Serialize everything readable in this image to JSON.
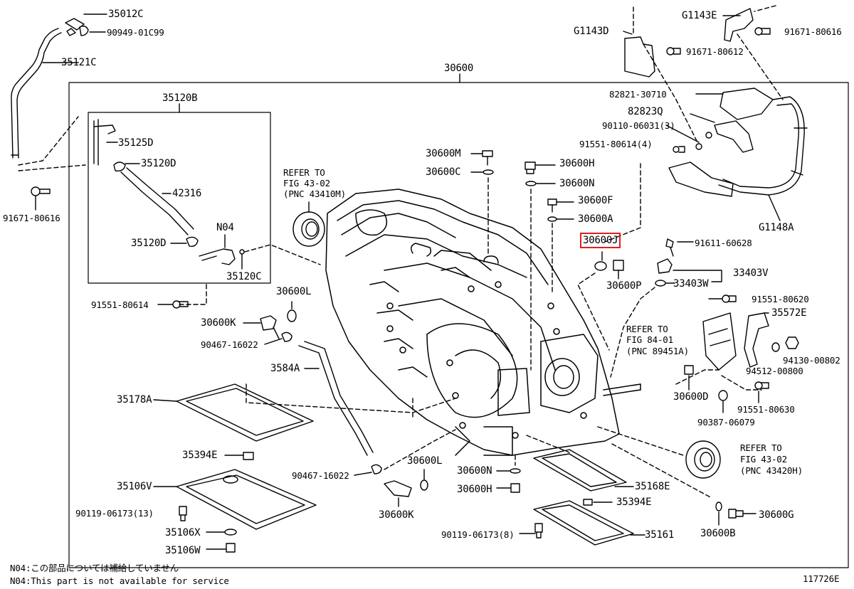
{
  "diagram": {
    "highlight_color": "#e02020",
    "labels": {
      "p35012C": "35012C",
      "p90949_01C99": "90949-01C99",
      "p35121C": "35121C",
      "p30600": "30600",
      "p35120B": "35120B",
      "p35125D": "35125D",
      "p35120D_top": "35120D",
      "p42316": "42316",
      "pN04": "N04",
      "p35120D_bottom": "35120D",
      "p35120C": "35120C",
      "p91671_80616_left": "91671-80616",
      "p91551_80614_left": "91551-80614",
      "refer_fig43_02_top_l1": "REFER TO",
      "refer_fig43_02_top_l2": "FIG 43-02",
      "refer_fig43_02_top_l3": "(PNC 43410M)",
      "p30600M": "30600M",
      "p30600C": "30600C",
      "p30600H_top": "30600H",
      "p30600N_top": "30600N",
      "p30600F": "30600F",
      "p30600A": "30600A",
      "p30600J": "30600J",
      "p30600P": "30600P",
      "p30600L_upper": "30600L",
      "p30600K_upper": "30600K",
      "p90467_16022_upper": "90467-16022",
      "p3584A": "3584A",
      "p35178A": "35178A",
      "p35394E_left": "35394E",
      "p35106V": "35106V",
      "p90119_06173_13": "90119-06173(13)",
      "p35106X": "35106X",
      "p35106W": "35106W",
      "p90467_16022_lower": "90467-16022",
      "p30600L_lower": "30600L",
      "p30600K_lower": "30600K",
      "p30600N_lower": "30600N",
      "p30600H_lower": "30600H",
      "p35168E": "35168E",
      "p35394E_right": "35394E",
      "p90119_06173_8": "90119-06173(8)",
      "p35161": "35161",
      "pG1143D": "G1143D",
      "pG1143E": "G1143E",
      "p91671_80616_right": "91671-80616",
      "p91671_80612": "91671-80612",
      "p82821_30710": "82821-30710",
      "p82823Q": "82823Q",
      "p90110_06031_3": "90110-06031(3)",
      "p91551_80614_4": "91551-80614(4)",
      "pG1148A": "G1148A",
      "p91611_60628": "91611-60628",
      "p33403V": "33403V",
      "p33403W": "33403W",
      "p91551_80620": "91551-80620",
      "p35572E": "35572E",
      "refer_fig84_01_l1": "REFER TO",
      "refer_fig84_01_l2": "FIG 84-01",
      "refer_fig84_01_l3": "(PNC 89451A)",
      "p94130_00802": "94130-00802",
      "p94512_00800": "94512-00800",
      "p30600D": "30600D",
      "p91551_80630": "91551-80630",
      "p90387_06079": "90387-06079",
      "refer_fig43_02_bottom_l1": "REFER TO",
      "refer_fig43_02_bottom_l2": "FIG 43-02",
      "refer_fig43_02_bottom_l3": "(PNC 43420H)",
      "p30600G": "30600G",
      "p30600B": "30600B"
    },
    "notes": {
      "note_ja": "N04:この部品については補給していません",
      "note_en": "N04:This part is not available for service"
    },
    "figure_id": "117726E"
  }
}
